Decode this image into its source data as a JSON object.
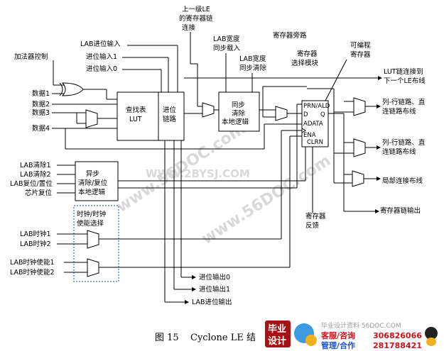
{
  "inputs": {
    "adder_control": "加法器控制",
    "lab_carry_in": "LAB进位输入",
    "carry_in_1": "进位输入1",
    "carry_in_0": "进位输入0",
    "data1": "数据1",
    "data2": "数据2",
    "data3": "数据3",
    "data4": "数据4",
    "lab_clear1": "LAB清除1",
    "lab_clear2": "LAB清除2",
    "lab_reset_preset": "LAB复位/置位",
    "chip_reset": "芯片复位",
    "lab_clock1": "LAB时钟1",
    "lab_clock2": "LAB时钟2",
    "lab_clock_en1": "LAB时钟使能1",
    "lab_clock_en2": "LAB时钟使能2"
  },
  "blocks": {
    "lut_line1": "查找表",
    "lut_line2": "LUT",
    "carry_chain_line1": "进位",
    "carry_chain_line2": "链路",
    "sync_logic_line1": "同步",
    "sync_logic_line2": "清除",
    "sync_logic_line3": "本地逻辑",
    "async_logic_line1": "异步",
    "async_logic_line2": "清除/复位",
    "async_logic_line3": "本地逻辑",
    "clock_select_line1": "时钟/时钟",
    "clock_select_line2": "使能选择",
    "reg_prn_ald": "PRN/ALD",
    "reg_d": "D",
    "reg_q": "Q",
    "reg_adata": "ADATA",
    "reg_ena": "ENA",
    "reg_clrn": "CLRN"
  },
  "top_labels": {
    "prev_le_line1": "上一级LE",
    "prev_le_line2": "的寄存器链",
    "prev_le_line3": "连接",
    "lab_sync_load_line1": "LAB宽度",
    "lab_sync_load_line2": "同步载入",
    "lab_sync_clear_line1": "LAB宽度",
    "lab_sync_clear_line2": "同步清除",
    "reg_bypass": "寄存器旁路",
    "reg_select_line1": "寄存器",
    "reg_select_line2": "选择模块",
    "programmable_line1": "可编程",
    "programmable_line2": "寄存器"
  },
  "outputs": {
    "lut_chain_line1": "LUT链连接到",
    "lut_chain_line2": "下一个LE布线",
    "row_col_1_line1": "列-行链路、直",
    "row_col_1_line2": "连链路布线",
    "row_col_2_line1": "列-行链路、直",
    "row_col_2_line2": "连链路布线",
    "local": "局部连接布线",
    "reg_chain_out": "寄存器链输出",
    "reg_feedback_line1": "寄存器",
    "reg_feedback_line2": "反馈",
    "carry_out_0": "进位输出0",
    "carry_out_1": "进位输出1",
    "lab_carry_out": "LAB进位输出"
  },
  "caption": {
    "figure": "图 15",
    "title": "Cyclone LE 结"
  },
  "watermarks": {
    "wm1": "www.56DOC.com",
    "wm2": "WWW.2BYSJ.COM",
    "wm3": "www.56DOC.com"
  },
  "ad": {
    "badge_line1": "毕业",
    "badge_line2": "设计",
    "site": "毕业设计资料 56DOC.COM",
    "service_label": "客服/咨询",
    "service_qq": "306826066",
    "manage_label": "管理/合作",
    "manage_qq": "281788421"
  }
}
